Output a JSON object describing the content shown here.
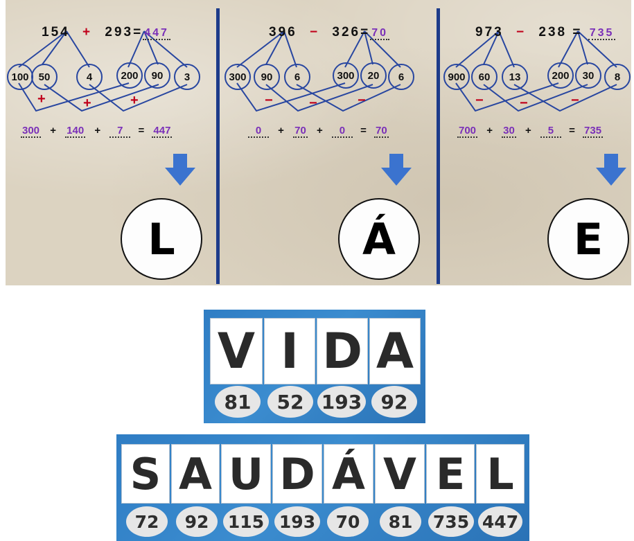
{
  "panels": [
    {
      "top": {
        "a": "154",
        "op": "+",
        "b": "293",
        "eq": "=",
        "answer": "447"
      },
      "circles": [
        "100",
        "50",
        "4",
        "200",
        "90",
        "3"
      ],
      "signs": [
        "+",
        "+",
        "+"
      ],
      "bottom": {
        "v1": "300",
        "v2": "140",
        "v3": "7",
        "total": "447"
      },
      "letter": "L"
    },
    {
      "top": {
        "a": "396",
        "op": "−",
        "b": "326",
        "eq": "=",
        "answer": "70"
      },
      "circles": [
        "300",
        "90",
        "6",
        "300",
        "20",
        "6"
      ],
      "signs": [
        "−",
        "−",
        "−"
      ],
      "bottom": {
        "v1": "0",
        "v2": "70",
        "v3": "0",
        "total": "70"
      },
      "letter": "Á"
    },
    {
      "top": {
        "a": "973",
        "op": "−",
        "b": "238",
        "eq": "=",
        "answer": "735"
      },
      "circles": [
        "900",
        "60",
        "13",
        "200",
        "30",
        "8"
      ],
      "signs": [
        "−",
        "−",
        "−"
      ],
      "bottom": {
        "v1": "700",
        "v2": "30",
        "v3": "5",
        "total": "735"
      },
      "letter": "E"
    }
  ],
  "plus_sign": "+",
  "equals_sign": "=",
  "word1": {
    "letters": [
      "V",
      "I",
      "D",
      "A"
    ],
    "numbers": [
      "81",
      "52",
      "193",
      "92"
    ]
  },
  "word2": {
    "letters": [
      "S",
      "A",
      "U",
      "D",
      "Á",
      "V",
      "E",
      "L"
    ],
    "numbers": [
      "72",
      "92",
      "115",
      "193",
      "70",
      "81",
      "735",
      "447"
    ]
  },
  "colors": {
    "parchment": "#dcd3c1",
    "divider": "#1d3b8a",
    "operator": "#c0001a",
    "answer": "#7a2fb8",
    "arrow": "#3b73cf",
    "board_blue": "#2f7dc4"
  },
  "icons": {
    "arrow": "down-arrow-icon"
  }
}
